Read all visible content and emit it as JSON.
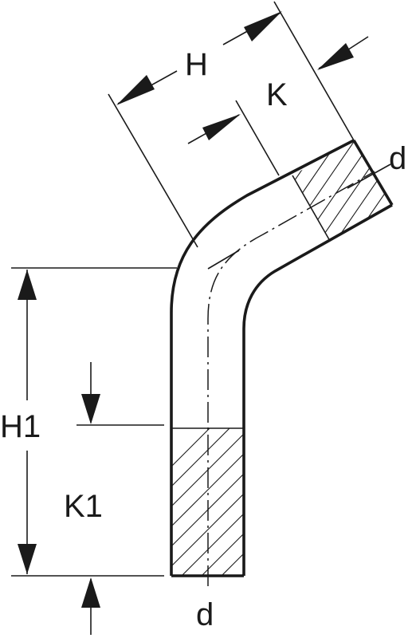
{
  "labels": {
    "H": "H",
    "K": "K",
    "d_top": "d",
    "H1": "H1",
    "K1": "K1",
    "d_bottom": "d"
  },
  "colors": {
    "ink": "#1a1a1a",
    "background": "#ffffff"
  }
}
